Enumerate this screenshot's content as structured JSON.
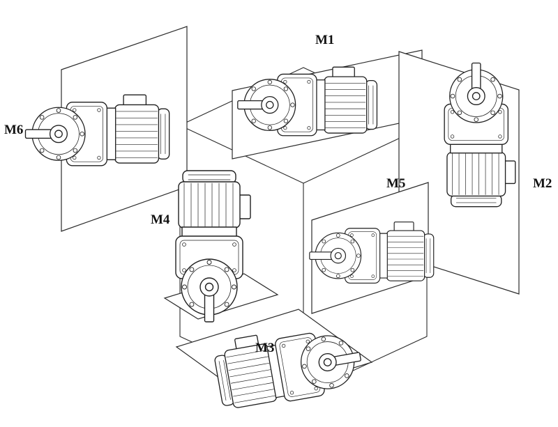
{
  "diagram": {
    "background_color": "#ffffff",
    "line_color": "#1f1f1f",
    "labels": [
      {
        "id": "M1",
        "text": "M1"
      },
      {
        "id": "M2",
        "text": "M2"
      },
      {
        "id": "M3",
        "text": "M3"
      },
      {
        "id": "M4",
        "text": "M4"
      },
      {
        "id": "M5",
        "text": "M5"
      },
      {
        "id": "M6",
        "text": "M6"
      }
    ]
  }
}
